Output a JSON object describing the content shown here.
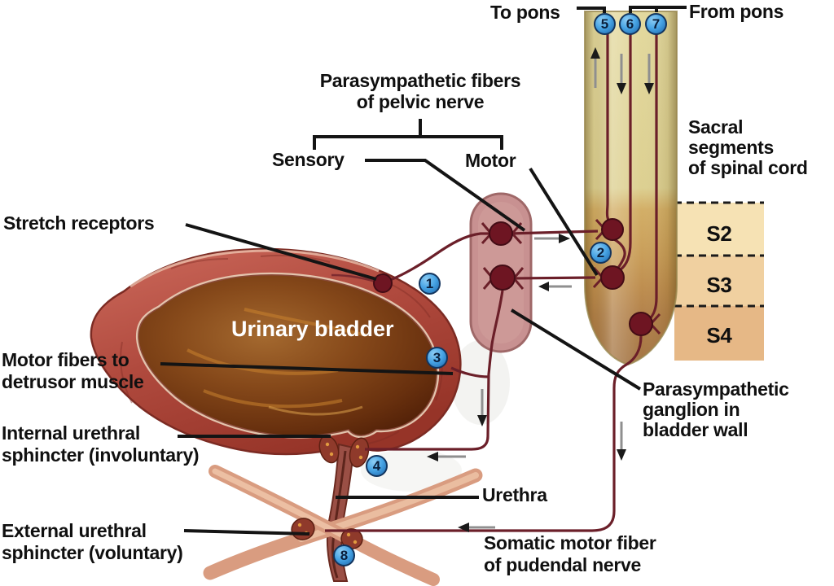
{
  "figure": {
    "pons": {
      "to_pons": "To pons",
      "from_pons": "From pons"
    },
    "pelvic_nerve": {
      "title_line1": "Parasympathetic fibers",
      "title_line2": "of pelvic nerve",
      "sensory": "Sensory",
      "motor": "Motor"
    },
    "spinal_cord": {
      "caption_line1": "Sacral",
      "caption_line2": "segments",
      "caption_line3": "of spinal cord",
      "segments": [
        "S2",
        "S3",
        "S4"
      ]
    },
    "bladder": {
      "organ": "Urinary bladder",
      "stretch_receptors": "Stretch receptors",
      "motor_fibers_line1": "Motor fibers to",
      "motor_fibers_line2": "detrusor muscle",
      "internal_sphincter_line1": "Internal urethral",
      "internal_sphincter_line2": "sphincter (involuntary)",
      "external_sphincter_line1": "External urethral",
      "external_sphincter_line2": "sphincter (voluntary)",
      "urethra": "Urethra"
    },
    "ganglion": {
      "line1": "Parasympathetic",
      "line2": "ganglion in",
      "line3": "bladder wall"
    },
    "pudendal": {
      "line1": "Somatic motor fiber",
      "line2": "of pudendal nerve"
    },
    "markers": [
      "1",
      "2",
      "3",
      "4",
      "5",
      "6",
      "7",
      "8"
    ]
  },
  "colors": {
    "marker_blue": "#46a3e4",
    "marker_border": "#13355e",
    "nerve_fiber_maroon": "#6b1f29",
    "neuron_dark_red": "#6e1522",
    "spinal_cord_tan": "#dccf8f",
    "cord_tip_brown": "#a27240",
    "segment_s2_band": "#f6e2b4",
    "segment_s3_band": "#f0d0a0",
    "segment_s4_band": "#e6b886",
    "ganglion_capsule_pink": "#c89191",
    "bladder_wall_red": "#b04a3e",
    "bladder_lumen_brown": "#86491a",
    "muscle_strand_salmon": "#d99c80",
    "label_black": "#101010",
    "organ_label_white": "#ffffff",
    "background": "#ffffff"
  }
}
